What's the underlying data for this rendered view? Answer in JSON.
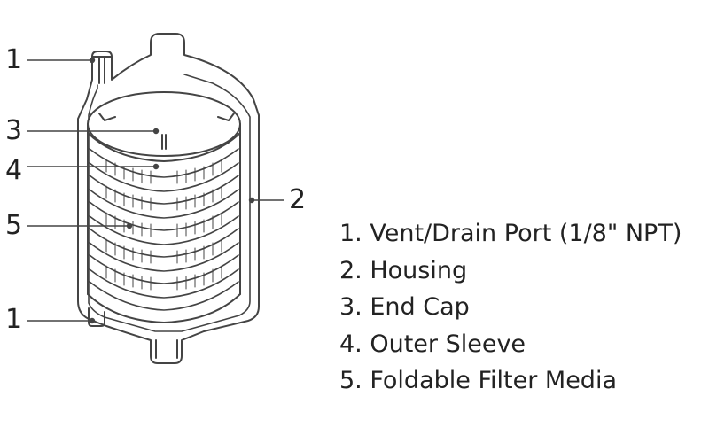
{
  "callouts": [
    {
      "number": "1",
      "part": "Vent/Drain Port (1/8\" NPT)",
      "position": "top"
    },
    {
      "number": "3",
      "part": "End Cap"
    },
    {
      "number": "4",
      "part": "Outer Sleeve"
    },
    {
      "number": "5",
      "part": "Foldable Filter Media"
    },
    {
      "number": "1",
      "part": "Vent/Drain Port (1/8\" NPT)",
      "position": "bottom"
    },
    {
      "number": "2",
      "part": "Housing"
    }
  ],
  "legend": [
    "1. Vent/Drain Port (1/8\" NPT)",
    "2. Housing",
    "3. End Cap",
    "4. Outer Sleeve",
    "5. Foldable Filter Media"
  ],
  "colors": {
    "line": "#444444",
    "background": "#ffffff",
    "fill": "#ffffff"
  }
}
